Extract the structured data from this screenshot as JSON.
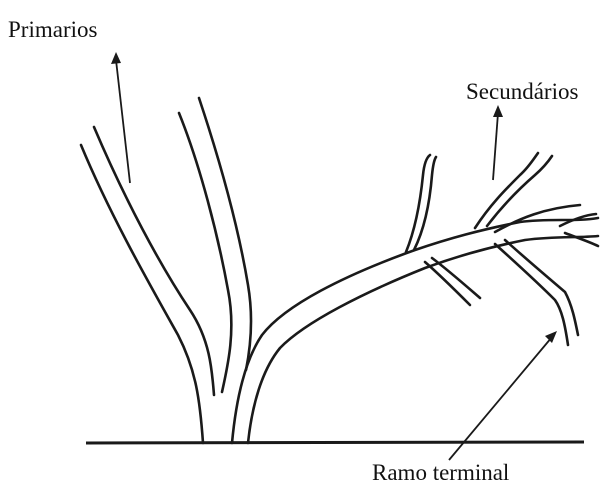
{
  "labels": {
    "primarios": "Primarios",
    "secundarios": "Secundários",
    "ramo_terminal": "Ramo terminal"
  },
  "colors": {
    "ink": "#1a1a1a",
    "background": "#ffffff"
  }
}
